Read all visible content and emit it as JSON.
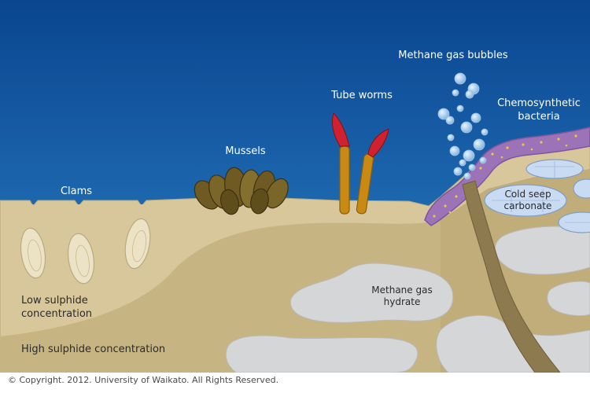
{
  "labels": {
    "methane_bubbles": "Methane gas bubbles",
    "tube_worms": "Tube worms",
    "chemosynthetic_bacteria": "Chemosynthetic\nbacteria",
    "mussels": "Mussels",
    "clams": "Clams",
    "cold_seep_carbonate": "Cold seep\ncarbonate",
    "methane_hydrate": "Methane gas\nhydrate",
    "low_sulphide": "Low sulphide\nconcentration",
    "high_sulphide": "High sulphide concentration"
  },
  "footer": {
    "copyright": "© Copyright. 2012. University of Waikato. All Rights Reserved."
  },
  "colors": {
    "ocean_top": "#0a4a9a",
    "ocean_bottom": "#2c83c9",
    "sediment_light": "#d8c79b",
    "sediment_mid": "#c8b585",
    "sediment_deep": "#b9a672",
    "hydrate": "#d5d6d8",
    "carbonate": "#c9daf3",
    "bacteria_mat": "#9c73b6",
    "worm_tube": "#c98a14",
    "worm_plume": "#d0222e",
    "mussel": "#6e5a22",
    "clam": "#ece3c6",
    "vent_conduit": "#8d7a4e"
  }
}
